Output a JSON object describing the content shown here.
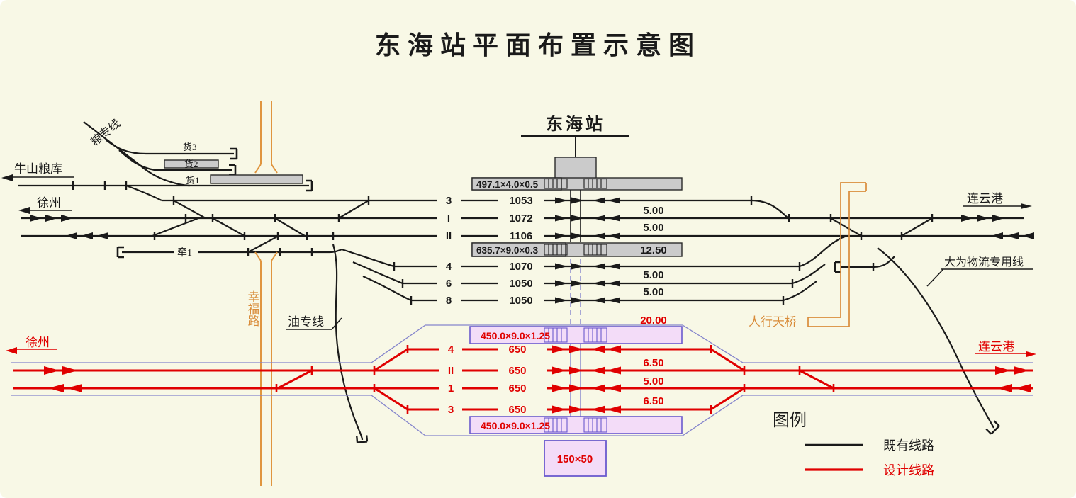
{
  "title": "东海站平面布置示意图",
  "station": {
    "name": "东海站"
  },
  "places": {
    "niushan": "牛山粮库",
    "xuzhou": "徐州",
    "lianyungang": "连云港"
  },
  "lines": {
    "grain": "粮专线",
    "oil": "油专线",
    "logistics": "大为物流专用线",
    "footbridge": "人行天桥",
    "road": "幸福路"
  },
  "freight": {
    "f1": "货1",
    "f2": "货2",
    "f3": "货3",
    "traction": "牵1"
  },
  "existing": {
    "platforms": [
      {
        "dim": "497.1×4.0×0.5"
      },
      {
        "dim": "635.7×9.0×0.3",
        "spacing": "12.50"
      }
    ],
    "tracks": [
      {
        "no": "3",
        "length": "1053"
      },
      {
        "no": "I",
        "length": "1072"
      },
      {
        "no": "II",
        "length": "1106"
      },
      {
        "no": "4",
        "length": "1070"
      },
      {
        "no": "6",
        "length": "1050"
      },
      {
        "no": "8",
        "length": "1050"
      }
    ],
    "spacings": [
      "5.00",
      "5.00",
      "5.00",
      "5.00"
    ]
  },
  "design": {
    "platforms": [
      {
        "dim": "450.0×9.0×1.25"
      },
      {
        "dim": "450.0×9.0×1.25"
      }
    ],
    "building": "150×50",
    "tracks": [
      {
        "no": "4",
        "length": "650"
      },
      {
        "no": "II",
        "length": "650"
      },
      {
        "no": "1",
        "length": "650"
      },
      {
        "no": "3",
        "length": "650"
      }
    ],
    "spacings": [
      "20.00",
      "6.50",
      "5.00",
      "6.50"
    ]
  },
  "legend": {
    "title": "图例",
    "existing": "既有线路",
    "design": "设计线路"
  },
  "colors": {
    "existing_line": "#1a1a1a",
    "design_line": "#e00000",
    "road_orange": "#e0953f",
    "corridor_outline": "#8484cc",
    "platform_existing_fill": "#cbcbcb",
    "platform_design_fill": "#f3dcf8",
    "platform_design_border": "#6a5acd",
    "background": "#f8f8e6"
  }
}
